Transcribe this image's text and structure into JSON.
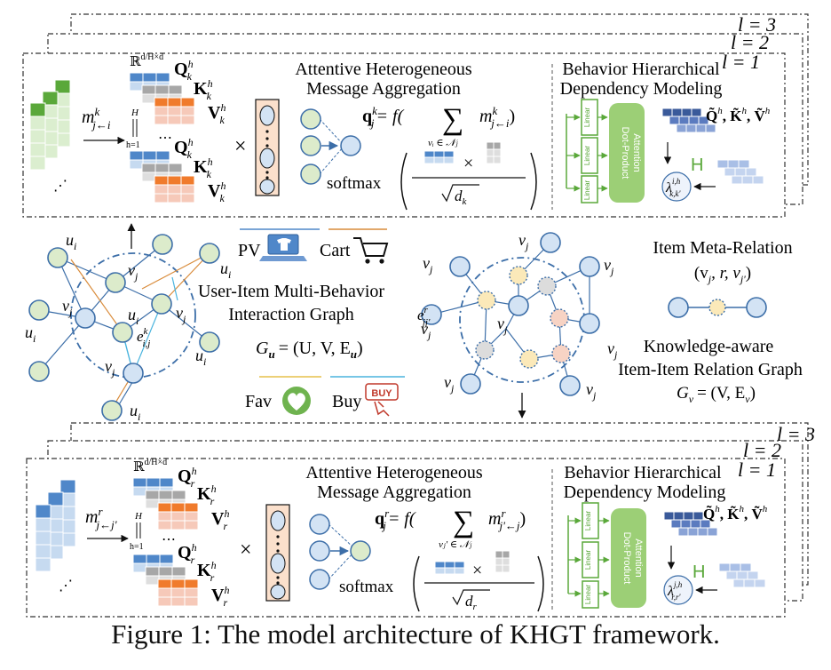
{
  "layers": {
    "l3": "l = 3",
    "l2": "l = 2",
    "l1": "l = 1"
  },
  "top_panel": {
    "msg": "m",
    "msg_sup": "k",
    "msg_sub": "j←i",
    "space_label": "ℝ",
    "space_sup": "d/H×d",
    "q": "Q",
    "k": "K",
    "v": "V",
    "h_sup": "h",
    "mat_sub": "k",
    "h_eq": "h=1",
    "H": "H",
    "dots": "⋯",
    "times": "×",
    "att_title_1": "Attentive Heterogeneous",
    "att_title_2": "Message Aggregation",
    "formula_lhs": "q",
    "formula_lhs_sup": "k",
    "formula_lhs_sub": "j",
    "formula_eq": "= f(",
    "formula_sum": "∑",
    "formula_sum_sub": "vᵢ ∈ 𝒩ⱼ",
    "formula_term": "m",
    "formula_term_sup": "k",
    "formula_term_sub": "j←i",
    "formula_close": ")",
    "softmax": "softmax",
    "sqrt_d": "d",
    "sqrt_d_sub": "k",
    "bh_title_1": "Behavior Hierarchical",
    "bh_title_2": "Dependency Modeling",
    "linear": "Linear",
    "dot_att_1": "Dot-Product",
    "dot_att_2": "Attention",
    "tilde_q": "Q̃",
    "tilde_k": "K̃",
    "tilde_v": "Ṽ",
    "tilde_sup": "h",
    "H_green": "H",
    "lambda": "λ",
    "lambda_sup": "i,h",
    "lambda_sub": "k,k'"
  },
  "bottom_panel": {
    "msg": "m",
    "msg_sup": "r",
    "msg_sub": "j←j'",
    "space_label": "ℝ",
    "space_sup": "d/H×d",
    "q": "Q",
    "k": "K",
    "v": "V",
    "h_sup": "h",
    "mat_sub": "r",
    "h_eq": "h=1",
    "H": "H",
    "dots": "⋯",
    "times": "×",
    "att_title_1": "Attentive Heterogeneous",
    "att_title_2": "Message Aggregation",
    "formula_lhs": "q",
    "formula_lhs_sup": "r",
    "formula_lhs_sub": "j",
    "formula_eq": "= f(",
    "formula_sum": "∑",
    "formula_sum_sub": "vⱼ' ∈ 𝒩ⱼ",
    "formula_term": "m",
    "formula_term_sup": "r",
    "formula_term_sub": "j'←j",
    "formula_close": ")",
    "softmax": "softmax",
    "sqrt_d": "d",
    "sqrt_d_sub": "r",
    "bh_title_1": "Behavior Hierarchical",
    "bh_title_2": "Dependency Modeling",
    "linear": "Linear",
    "dot_att_1": "Dot-Product",
    "dot_att_2": "Attention",
    "tilde_q": "Q̃",
    "tilde_k": "K̃",
    "tilde_v": "Ṽ",
    "tilde_sup": "h",
    "H_green": "H",
    "lambda": "λ",
    "lambda_sup": "j,h",
    "lambda_sub": "r,r'"
  },
  "left_graph": {
    "node_u": "u",
    "node_u_sub": "i",
    "node_v": "v",
    "node_v_sub": "j",
    "edge_label": "e",
    "edge_sup": "k",
    "edge_sub": "i,j",
    "legend": {
      "pv": "PV",
      "cart": "Cart",
      "fav": "Fav",
      "buy": "Buy",
      "buy_badge": "BUY"
    },
    "title_1": "User-Item Multi-Behavior",
    "title_2": "Interaction Graph",
    "formula": "G",
    "formula_sub": "u",
    "formula_rhs": "= (U, V, E",
    "formula_rhs_sub": "u",
    "formula_close": ")"
  },
  "right_graph": {
    "node_v": "v",
    "node_v_sub": "j",
    "edge_label": "e",
    "edge_sup": "r",
    "edge_sub": "jj'",
    "meta_title": "Item Meta-Relation",
    "meta_tuple": "(v",
    "meta_tuple_sub1": "j",
    "meta_tuple_mid": ", r, v",
    "meta_tuple_sub2": "j'",
    "meta_tuple_close": ")",
    "title_1": "Knowledge-aware",
    "title_2": "Item-Item Relation Graph",
    "formula": "G",
    "formula_sub": "v",
    "formula_rhs": "= (V, E",
    "formula_rhs_sub": "v",
    "formula_close": ")"
  },
  "caption": "Figure 1: The model architecture of KHGT framework.",
  "colors": {
    "green_dark": "#5aa83a",
    "green_light": "#dbeecf",
    "blue_node": "#d3e3f4",
    "green_node": "#dcebcb",
    "blue_mat": "#4f87c9",
    "orange_mat": "#f07b2c",
    "pink_mat": "#f6c9b9",
    "gray_mat": "#a7a7a7",
    "dot_att": "#9ccf76",
    "edge_blue": "#3c6ea8",
    "edge_orange": "#d98b3a",
    "edge_cyan": "#4ab4de",
    "node_yellow": "#fbe9b9",
    "node_pink": "#f7d3c4",
    "node_gray": "#dcdcdc"
  }
}
